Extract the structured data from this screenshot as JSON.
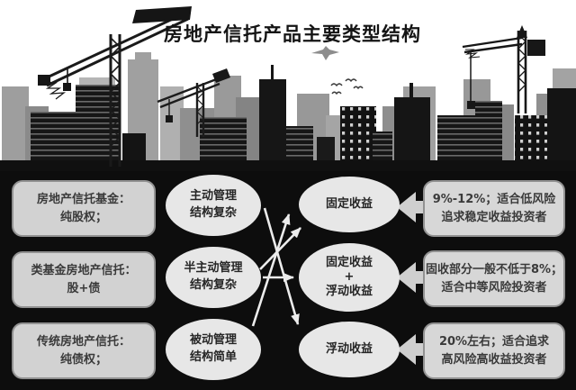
{
  "title": "房地产信托产品主要类型结构",
  "illustration": {
    "description": "city-skyline-with-construction-cranes",
    "icons": [
      "crane-icon",
      "crane-icon",
      "crane-icon",
      "airplane-icon",
      "birds-icon",
      "building-icon"
    ]
  },
  "flowchart": {
    "left_boxes": [
      {
        "label": "房地产信托基金：\n纯股权；"
      },
      {
        "label": "类基金房地产信托：\n股+债"
      },
      {
        "label": "传统房地产信托：\n纯债权；"
      }
    ],
    "management_ellipses": [
      {
        "label": "主动管理\n结构复杂"
      },
      {
        "label": "半主动管理\n结构复杂"
      },
      {
        "label": "被动管理\n结构简单"
      }
    ],
    "income_ellipses": [
      {
        "label": "固定收益"
      },
      {
        "label": "固定收益\n+\n浮动收益"
      },
      {
        "label": "浮动收益"
      }
    ],
    "right_boxes": [
      {
        "label": "9%-12%；适合低风险\n追求稳定收益投资者"
      },
      {
        "label": "固收部分一般不低于8%；\n适合中等风险投资者"
      },
      {
        "label": "20%左右；适合追求\n高风险高收益投资者"
      }
    ],
    "connections": [
      {
        "from": "主动管理结构复杂",
        "to": "浮动收益"
      },
      {
        "from": "半主动管理结构复杂",
        "to": "固定收益"
      },
      {
        "from": "半主动管理结构复杂",
        "to": "固定收益+浮动收益"
      },
      {
        "from": "被动管理结构简单",
        "to": "固定收益"
      },
      {
        "from": "9%-12%；适合低风险追求稳定收益投资者",
        "to": "固定收益"
      },
      {
        "from": "固收部分一般不低于8%；适合中等风险投资者",
        "to": "固定收益+浮动收益"
      },
      {
        "from": "20%左右；适合追求高风险高收益投资者",
        "to": "浮动收益"
      }
    ]
  },
  "colors": {
    "background_dark": "#0d0d0d",
    "sky": "#ffffff",
    "box_fill": "#d2d2d2",
    "ellipse_fill": "#e7e7e7",
    "arrow": "#ececec",
    "title_text": "#141414",
    "node_text": "#333333"
  }
}
